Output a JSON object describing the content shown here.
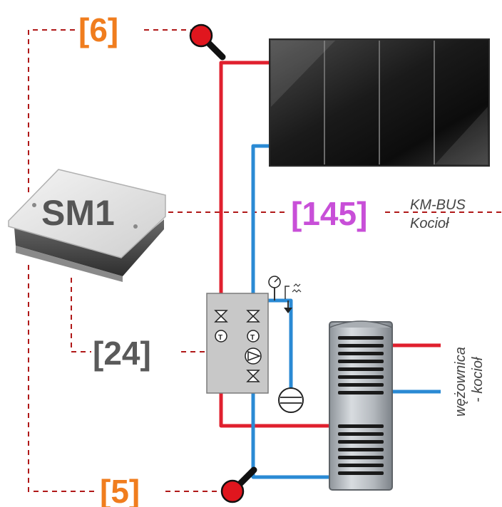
{
  "labels": {
    "collector_sensor": "[6]",
    "storage_sensor": "[5]",
    "pump_station": "[24]",
    "bus": "[145]"
  },
  "module": {
    "name": "SM1"
  },
  "bus_text": {
    "line1": "KM-BUS",
    "line2": "Kocioł"
  },
  "coil_text": {
    "line1": "wężownica",
    "line2": "- kocioł"
  },
  "colors": {
    "sensor_label": "#f07d1e",
    "bus_label": "#c84fd8",
    "pump_label": "#5a5a5a",
    "flow_pipe": "#e0202e",
    "return_pipe": "#2a8ad4",
    "wiring": "#b01818"
  }
}
